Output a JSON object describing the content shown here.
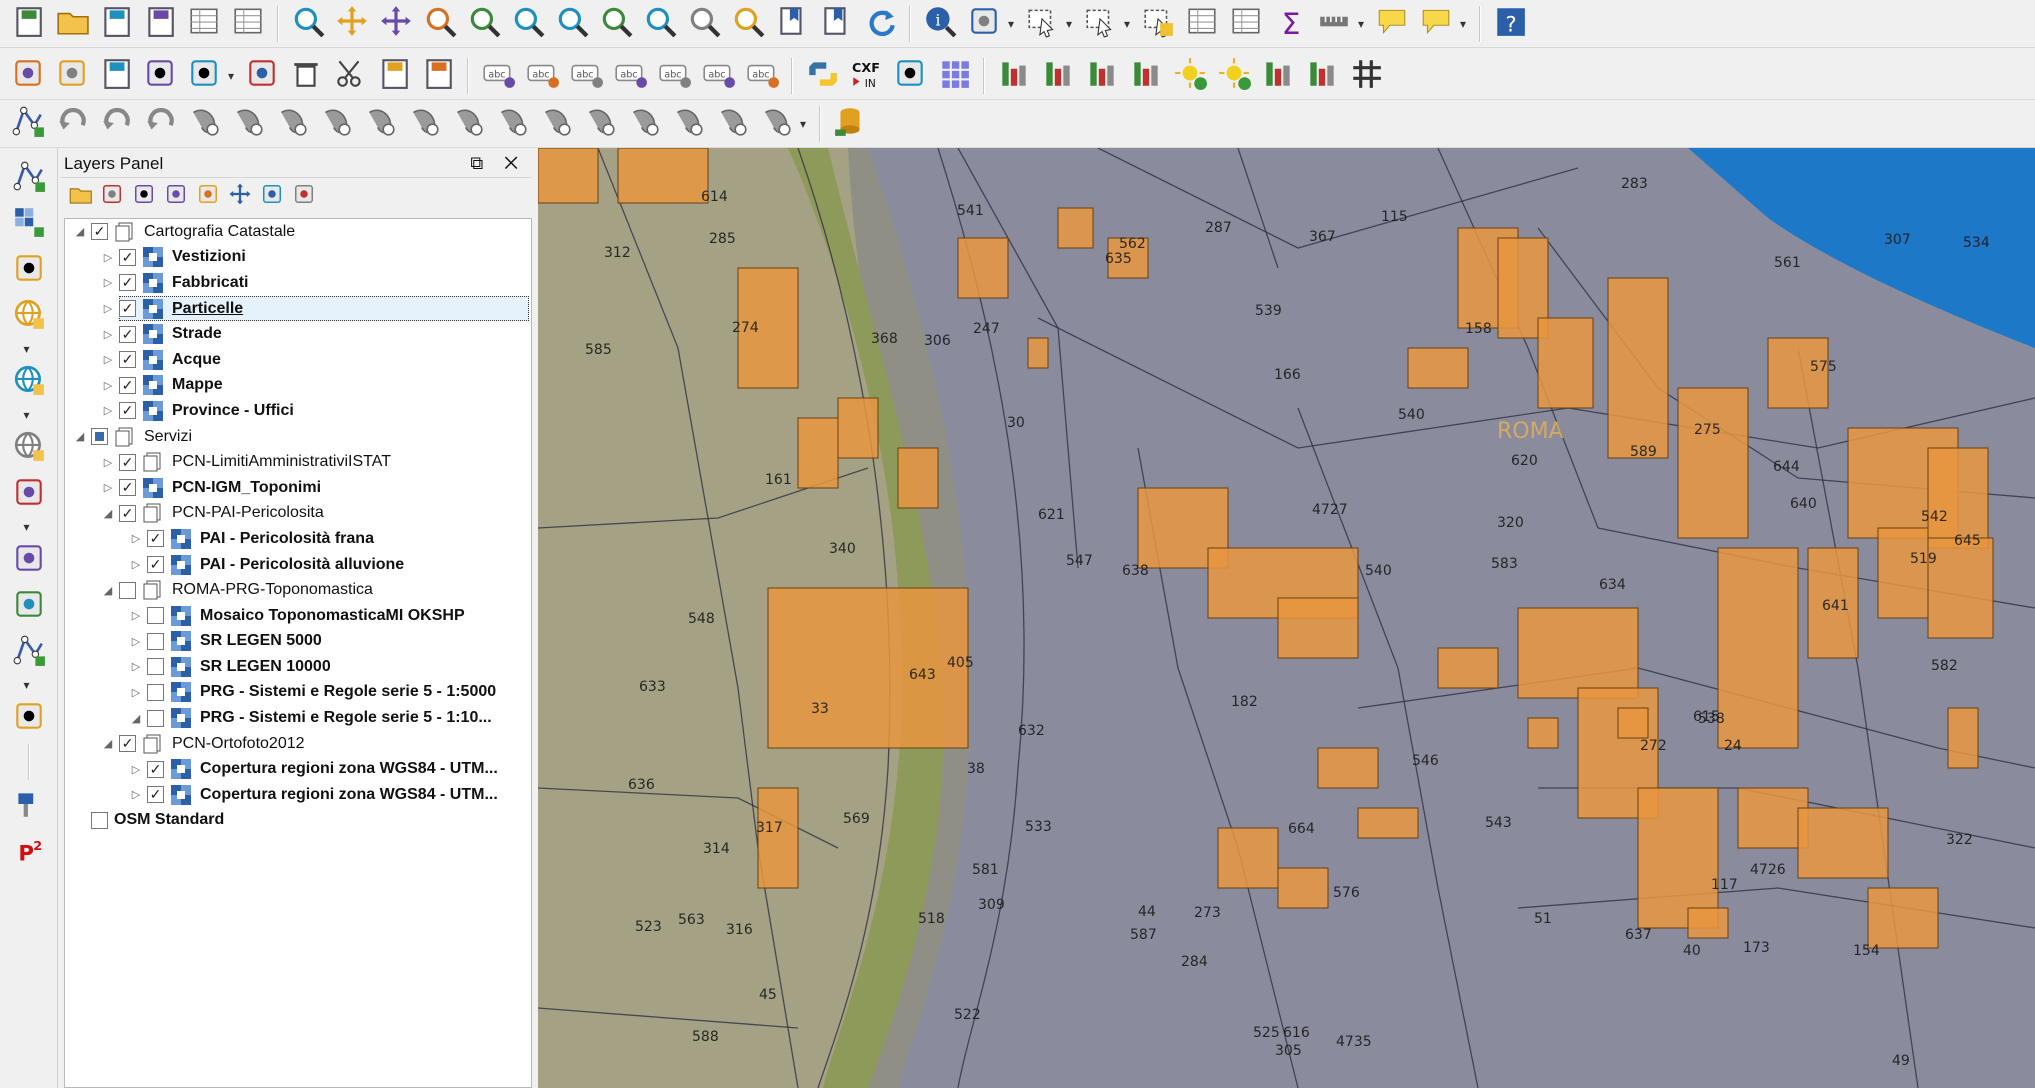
{
  "panel": {
    "title": "Layers Panel",
    "controls": "⧉ ✕",
    "tools": [
      "open-layer-styling-icon",
      "add-group-icon",
      "manage-visibility-icon",
      "filter-legend-icon",
      "filter-expression-icon",
      "expand-all-icon",
      "collapse-all-icon",
      "remove-layer-icon"
    ]
  },
  "layers": [
    {
      "id": "cartografia",
      "label": "Cartografia Catastale",
      "level": 0,
      "expanded": true,
      "checked": "checked",
      "icon": "group",
      "bold": false
    },
    {
      "id": "vestizioni",
      "label": "Vestizioni",
      "level": 1,
      "expanded": false,
      "checked": "checked",
      "icon": "wms",
      "bold": true
    },
    {
      "id": "fabbricati",
      "label": "Fabbricati",
      "level": 1,
      "expanded": false,
      "checked": "checked",
      "icon": "wms",
      "bold": true
    },
    {
      "id": "particelle",
      "label": "Particelle",
      "level": 1,
      "expanded": false,
      "checked": "checked",
      "icon": "wms",
      "bold": true,
      "selected": true
    },
    {
      "id": "strade",
      "label": "Strade",
      "level": 1,
      "expanded": false,
      "checked": "checked",
      "icon": "wms",
      "bold": true
    },
    {
      "id": "acque",
      "label": "Acque",
      "level": 1,
      "expanded": false,
      "checked": "checked",
      "icon": "wms",
      "bold": true
    },
    {
      "id": "mappe",
      "label": "Mappe",
      "level": 1,
      "expanded": false,
      "checked": "checked",
      "icon": "wms",
      "bold": true
    },
    {
      "id": "province",
      "label": "Province - Uffici",
      "level": 1,
      "expanded": false,
      "checked": "checked",
      "icon": "wms",
      "bold": true
    },
    {
      "id": "servizi",
      "label": "Servizi",
      "level": 0,
      "expanded": true,
      "checked": "partial",
      "icon": "group",
      "bold": false
    },
    {
      "id": "pcn-limiti",
      "label": "PCN-LimitiAmministrativiISTAT",
      "level": 1,
      "expanded": false,
      "checked": "checked",
      "icon": "group",
      "bold": false
    },
    {
      "id": "pcn-igm",
      "label": "PCN-IGM_Toponimi",
      "level": 1,
      "expanded": false,
      "checked": "checked",
      "icon": "wms",
      "bold": true
    },
    {
      "id": "pcn-pai",
      "label": "PCN-PAI-Pericolosita",
      "level": 1,
      "expanded": true,
      "checked": "checked",
      "icon": "group",
      "bold": false
    },
    {
      "id": "pai-frana",
      "label": "PAI - Pericolosità  frana",
      "level": 2,
      "expanded": false,
      "checked": "checked",
      "icon": "wms",
      "bold": true
    },
    {
      "id": "pai-alluvione",
      "label": "PAI - Pericolosità  alluvione",
      "level": 2,
      "expanded": false,
      "checked": "checked",
      "icon": "wms",
      "bold": true
    },
    {
      "id": "roma-prg",
      "label": "ROMA-PRG-Toponomastica",
      "level": 1,
      "expanded": true,
      "checked": "unchecked",
      "icon": "group",
      "bold": false
    },
    {
      "id": "mosaico",
      "label": "Mosaico ToponomasticaMI OKSHP",
      "level": 2,
      "expanded": false,
      "checked": "unchecked",
      "icon": "wms",
      "bold": true
    },
    {
      "id": "sr5000",
      "label": "SR LEGEN 5000",
      "level": 2,
      "expanded": false,
      "checked": "unchecked",
      "icon": "wms",
      "bold": true
    },
    {
      "id": "sr10000",
      "label": "SR LEGEN 10000",
      "level": 2,
      "expanded": false,
      "checked": "unchecked",
      "icon": "wms",
      "bold": true
    },
    {
      "id": "prg5000",
      "label": "PRG - Sistemi e Regole serie 5 - 1:5000",
      "level": 2,
      "expanded": false,
      "checked": "unchecked",
      "icon": "wms",
      "bold": true
    },
    {
      "id": "prg10",
      "label": "PRG - Sistemi e Regole serie 5 - 1:10...",
      "level": 2,
      "expanded": true,
      "checked": "unchecked",
      "icon": "wms",
      "bold": true
    },
    {
      "id": "ortofoto",
      "label": "PCN-Ortofoto2012",
      "level": 1,
      "expanded": true,
      "checked": "checked",
      "icon": "group",
      "bold": false
    },
    {
      "id": "copertura1",
      "label": "Copertura regioni zona WGS84 - UTM...",
      "level": 2,
      "expanded": false,
      "checked": "checked",
      "icon": "wms",
      "bold": true
    },
    {
      "id": "copertura2",
      "label": "Copertura regioni zona WGS84 - UTM...",
      "level": 2,
      "expanded": false,
      "checked": "checked",
      "icon": "wms",
      "bold": true
    },
    {
      "id": "osm",
      "label": "OSM Standard",
      "level": 0,
      "expanded": null,
      "checked": "unchecked",
      "icon": "none",
      "bold": true
    }
  ],
  "map": {
    "labels": [
      "640",
      "641",
      "320",
      "33",
      "38",
      "317",
      "316",
      "40",
      "312",
      "645",
      "644",
      "247",
      "166",
      "30",
      "569",
      "563",
      "522",
      "562",
      "585",
      "589",
      "587",
      "588",
      "117",
      "367",
      "368",
      "583",
      "582",
      "546",
      "581",
      "322",
      "158",
      "340",
      "4726",
      "4727",
      "314",
      "24",
      "305",
      "287",
      "274",
      "275",
      "273",
      "154",
      "285",
      "638",
      "643",
      "161",
      "44",
      "272",
      "614",
      "534",
      "636",
      "533",
      "523",
      "309",
      "284",
      "283",
      "621",
      "547",
      "615",
      "664",
      "307",
      "306",
      "540",
      "632",
      "45",
      "637",
      "616",
      "635",
      "173",
      "620",
      "576",
      "51",
      "541",
      "539",
      "540",
      "542",
      "548",
      "538",
      "543",
      "518",
      "634",
      "633",
      "405",
      "4735",
      "182",
      "525",
      "561",
      "575",
      "115",
      "519",
      "49",
      "ROMA"
    ],
    "colors": {
      "building": "#e8963f",
      "water": "#1e78c8",
      "road_lines": "#2a2a40"
    }
  },
  "toolbars": {
    "row1": [
      "new-project-icon",
      "open-project-icon",
      "save-project-icon",
      "save-as-icon",
      "new-print-layout-icon",
      "layout-manager-icon",
      "|",
      "touch-zoom-icon",
      "pan-icon",
      "pan-to-selection-icon",
      "zoom-in-icon",
      "zoom-out-icon",
      "zoom-native-icon",
      "zoom-full-icon",
      "zoom-to-selection-icon",
      "zoom-to-layer-icon",
      "zoom-last-icon",
      "zoom-next-icon",
      "new-bookmark-icon",
      "show-bookmarks-icon",
      "refresh-icon",
      "|",
      "identify-icon",
      "action-icon",
      "select-features-icon",
      "select-expression-icon",
      "deselect-icon",
      "attribute-table-icon",
      "field-calculator-icon",
      "statistics-icon",
      "measure-icon",
      "annotation-icon",
      "map-tips-icon",
      "|",
      "help-icon"
    ],
    "row2": [
      "toggle-editing-icon",
      "current-edits-icon",
      "save-edits-icon",
      "add-feature-icon",
      "vertex-tool-icon",
      "node-tool-icon",
      "delete-selected-icon",
      "cut-features-icon",
      "copy-features-icon",
      "paste-features-icon",
      "|",
      "label-toolbar-icon",
      "pin-labels-icon",
      "highlight-labels-icon",
      "show-hide-labels-icon",
      "move-label-icon",
      "rotate-label-icon",
      "change-label-icon",
      "|",
      "python-icon",
      "cxf-in-icon",
      "layer-icon",
      "grid-icon",
      "|",
      "plugin-1-icon",
      "plugin-2-icon",
      "plugin-3-icon",
      "plugin-4-icon",
      "sun-add-icon",
      "sun-move-icon",
      "plugin-5-icon",
      "plugin-6-icon",
      "grid-hash-icon"
    ],
    "row3": [
      "digitize-icon",
      "rotate-icon",
      "undo-icon",
      "redo-icon",
      "advanced-1-icon",
      "advanced-2-icon",
      "advanced-3-icon",
      "advanced-4-icon",
      "advanced-5-icon",
      "advanced-6-icon",
      "advanced-7-icon",
      "advanced-8-icon",
      "advanced-9-icon",
      "advanced-10-icon",
      "advanced-11-icon",
      "advanced-12-icon",
      "advanced-13-icon",
      "advanced-14-icon",
      "|",
      "database-icon"
    ],
    "cxf_label": "CXF",
    "cxf_sub": "IN",
    "help_glyph": "?"
  },
  "left_toolbar": {
    "tools": [
      "add-vector-layer-icon",
      "add-raster-layer-icon",
      "add-delimited-text-icon",
      "add-postgis-icon",
      "add-wms-icon",
      "add-wfs-icon",
      "add-virtual-layer-icon",
      "add-spatialite-icon",
      "add-mssql-icon",
      "new-shapefile-icon",
      "new-temp-layer-icon",
      "|",
      "gps-icon",
      "p2-icon"
    ],
    "p2_label": "P",
    "p2_sup": "2"
  }
}
